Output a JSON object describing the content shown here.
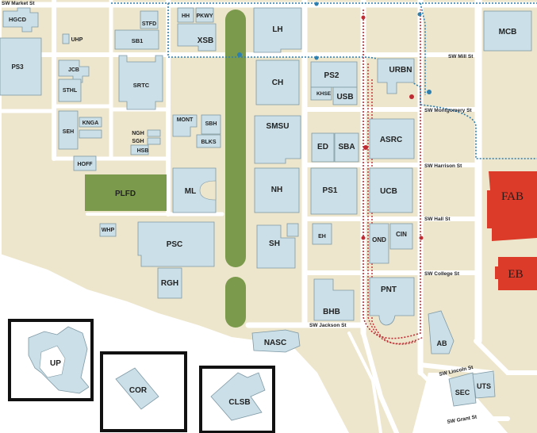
{
  "map": {
    "colors": {
      "ground": "#ede6cc",
      "road": "#ffffff",
      "building": "#cadfe7",
      "building_stroke": "#7f99a5",
      "green": "#7b9a4c",
      "highlight": "#dc3b2a",
      "streetcar": "#bf2b33",
      "transit": "#2d7fb0"
    },
    "streets": {
      "market": "SW Market St",
      "mill": "SW Mill St",
      "montgomery": "SW Montgomery St",
      "harrison": "SW Harrison St",
      "hall": "SW Hall St",
      "college": "SW College St",
      "jackson": "SW Jackson St",
      "lincoln": "SW Lincoln St",
      "grant": "SW Grant St"
    },
    "buildings": {
      "hgcd": "HGCD",
      "ps3": "PS3",
      "uhp": "UHP",
      "jcb": "JCB",
      "sthl": "STHL",
      "stfd": "STFD",
      "sb1": "SB1",
      "hh": "HH",
      "pkwy": "PKWY",
      "xsb": "XSB",
      "srtc": "SRTC",
      "seh": "SEH",
      "knga": "KNGA",
      "mont": "MONT",
      "sbh": "SBH",
      "ngh": "NGH",
      "sgh": "SGH",
      "blks": "BLKS",
      "hsb": "HSB",
      "hoff": "HOFF",
      "plfd": "PLFD",
      "ml": "ML",
      "whp": "WHP",
      "psc": "PSC",
      "rgh": "RGH",
      "lh": "LH",
      "ch": "CH",
      "smsu": "SMSU",
      "nh": "NH",
      "sh": "SH",
      "nasc": "NASC",
      "ps2": "PS2",
      "khse": "KHSE",
      "usb": "USB",
      "urbn": "URBN",
      "ed": "ED",
      "sba": "SBA",
      "asrc": "ASRC",
      "ps1": "PS1",
      "ucb": "UCB",
      "eh": "EH",
      "ond": "OND",
      "cin": "CIN",
      "pnt": "PNT",
      "bhb": "BHB",
      "mcb": "MCB",
      "fab": "FAB",
      "eb": "EB",
      "ab": "AB",
      "sec": "SEC",
      "uts": "UTS",
      "up": "UP",
      "cor": "COR",
      "clsb": "CLSB"
    }
  }
}
